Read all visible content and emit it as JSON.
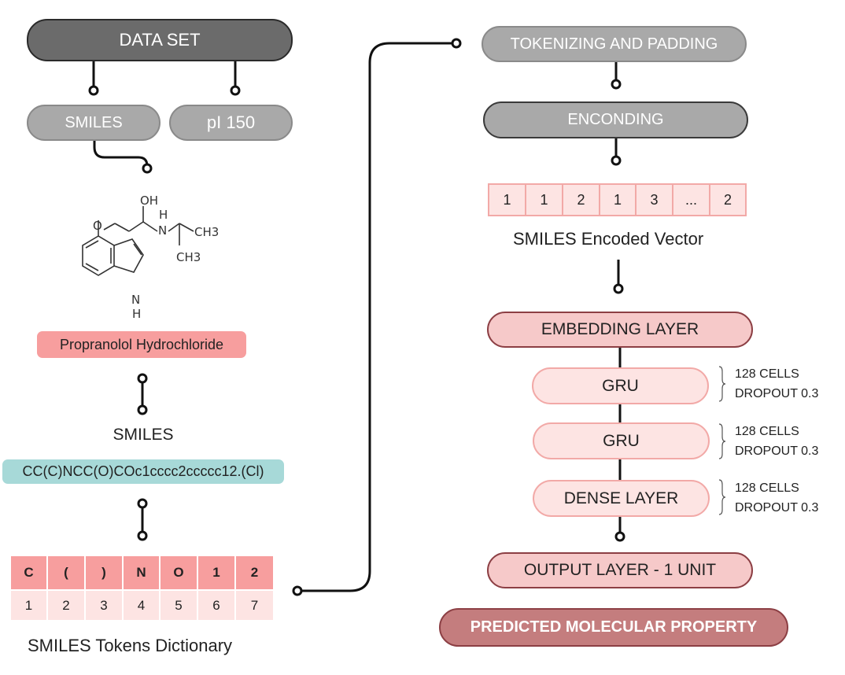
{
  "dataset": {
    "title": "DATA SET",
    "smiles": "SMILES",
    "pi": "pI 150"
  },
  "molecule": {
    "atoms": {
      "oh": "OH",
      "h": "H",
      "n": "N",
      "ch3_top": "CH3",
      "ch3_bottom": "CH3",
      "o": "O",
      "nh": "N",
      "nh_h": "H"
    },
    "name": "Propranolol Hydrochloride"
  },
  "smiles_section": {
    "label": "SMILES",
    "string": "CC(C)NCC(O)COc1cccc2ccccc12.(Cl)"
  },
  "dictionary": {
    "tokens": [
      "C",
      "(",
      ")",
      "N",
      "O",
      "1",
      "2"
    ],
    "indices": [
      "1",
      "2",
      "3",
      "4",
      "5",
      "6",
      "7"
    ],
    "caption": "SMILES Tokens Dictionary"
  },
  "pipeline": {
    "tokenizing": "TOKENIZING AND PADDING",
    "encoding": "ENCONDING",
    "vector": [
      "1",
      "1",
      "2",
      "1",
      "3",
      "...",
      "2"
    ],
    "vector_caption": "SMILES Encoded Vector",
    "embedding": "EMBEDDING LAYER",
    "gru1": "GRU",
    "gru2": "GRU",
    "dense": "DENSE LAYER",
    "output": "OUTPUT LAYER - 1 UNIT",
    "result": "PREDICTED MOLECULAR PROPERTY"
  },
  "notes": [
    {
      "cells": "128 CELLS",
      "dropout": "DROPOUT 0.3"
    },
    {
      "cells": "128 CELLS",
      "dropout": "DROPOUT 0.3"
    },
    {
      "cells": "128 CELLS",
      "dropout": "DROPOUT 0.3"
    }
  ],
  "colors": {
    "dark_pill": "#6b6b6b",
    "grey_pill": "#a9a9a9",
    "pink_big": "#f6c9c9",
    "pink_light": "#fde4e3",
    "result": "#c47d7e",
    "molecule_chip": "#f79e9e",
    "smiles_chip": "#a7d9d8",
    "token_header": "#f79e9e",
    "token_index": "#fde4e3",
    "vector_cell": "#fde4e3"
  }
}
